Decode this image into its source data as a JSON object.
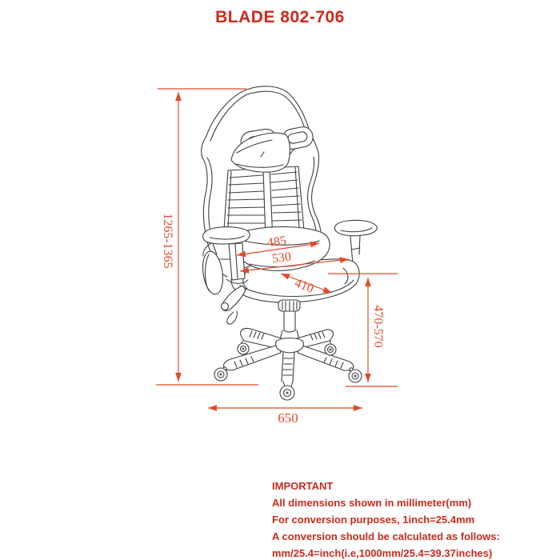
{
  "title": "BLADE 802-706",
  "dimensions": {
    "overall_height": "1265-1365",
    "seat_height": "470-570",
    "base_width": "650",
    "backrest_width": "485",
    "overall_seat_width": "530",
    "seat_depth": "410"
  },
  "notes": {
    "heading": "IMPORTANT",
    "lines": [
      "All dimensions shown in millimeter(mm)",
      "For conversion purposes, 1inch=25.4mm",
      "A conversion should be calculated as follows:",
      "mm/25.4=inch(i.e,1000mm/25.4=39.37inches)"
    ]
  },
  "colors": {
    "dimension_red": "#e2492a",
    "text_red": "#cc2a1c",
    "drawing_ink": "#3f3f3f",
    "background": "#ffffff"
  }
}
